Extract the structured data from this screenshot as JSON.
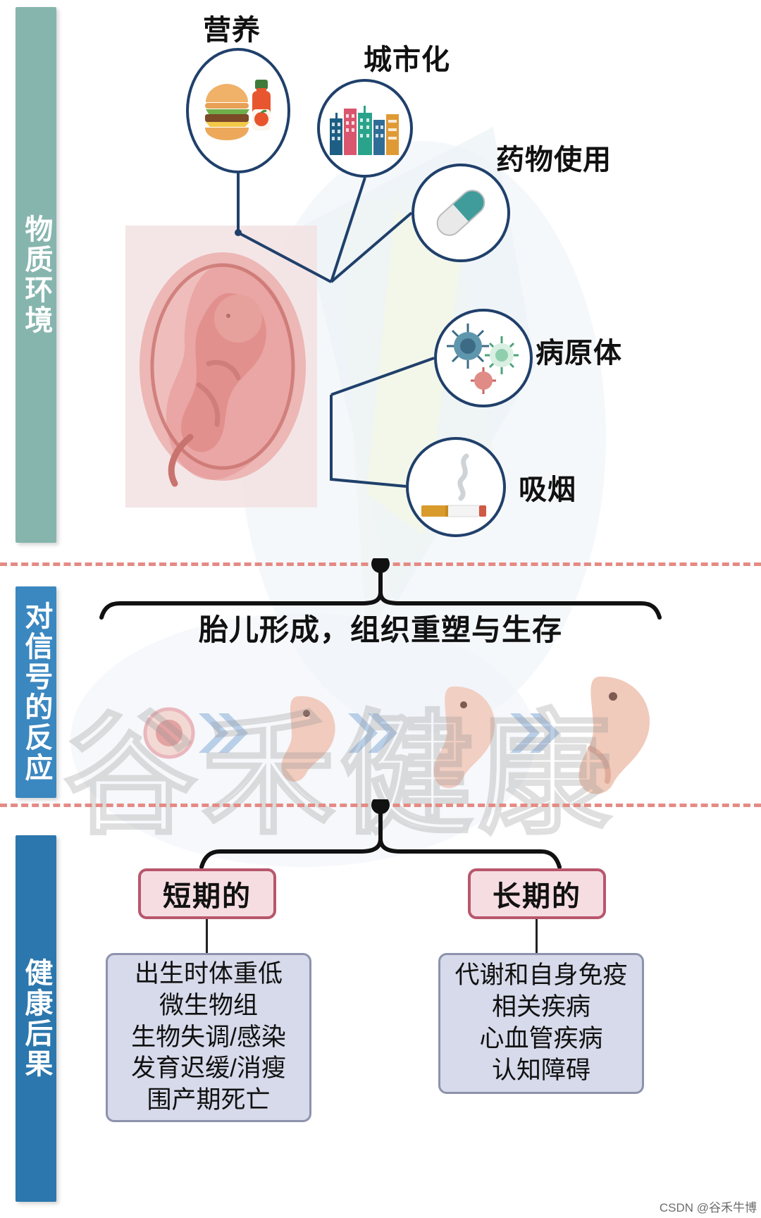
{
  "sections": [
    {
      "id": "physical-environment",
      "label": "物质环境",
      "color": "#86b5ae"
    },
    {
      "id": "signal-response",
      "label": "对信号的反应",
      "color": "#3b87c0"
    },
    {
      "id": "health-outcomes",
      "label": "健康后果",
      "color": "#2b77ae"
    }
  ],
  "exposures": [
    {
      "id": "nutrition",
      "label": "营养",
      "icon": "burger-drink-icon"
    },
    {
      "id": "urbanization",
      "label": "城市化",
      "icon": "city-buildings-icon"
    },
    {
      "id": "drug-use",
      "label": "药物使用",
      "icon": "capsule-pill-icon"
    },
    {
      "id": "pathogens",
      "label": "病原体",
      "icon": "virus-icon"
    },
    {
      "id": "smoking",
      "label": "吸烟",
      "icon": "cigarette-icon"
    }
  ],
  "middle": {
    "caption": "胎儿形成，组织重塑与生存",
    "stages_icon": "embryo-development-stages-icon"
  },
  "outcomes": [
    {
      "id": "short-term",
      "pill": "短期的",
      "items": [
        "出生时体重低",
        "微生物组",
        "生物失调/感染",
        "发育迟缓/消瘦",
        "围产期死亡"
      ]
    },
    {
      "id": "long-term",
      "pill": "长期的",
      "items": [
        "代谢和自身免疫",
        "相关疾病",
        "心血管疾病",
        "认知障碍"
      ]
    }
  ],
  "watermark": "谷禾健康",
  "credit": "CSDN @谷禾牛博",
  "colors": {
    "band_environment": "#86b5ae",
    "band_signal": "#3b87c0",
    "band_outcome": "#2b77ae",
    "separator": "#e48b84",
    "bubble_stroke": "#20406b",
    "pill_fill": "#f6dde2",
    "pill_stroke": "#b7576d",
    "outcome_fill": "#d7daea",
    "outcome_stroke": "#8d93ac"
  }
}
